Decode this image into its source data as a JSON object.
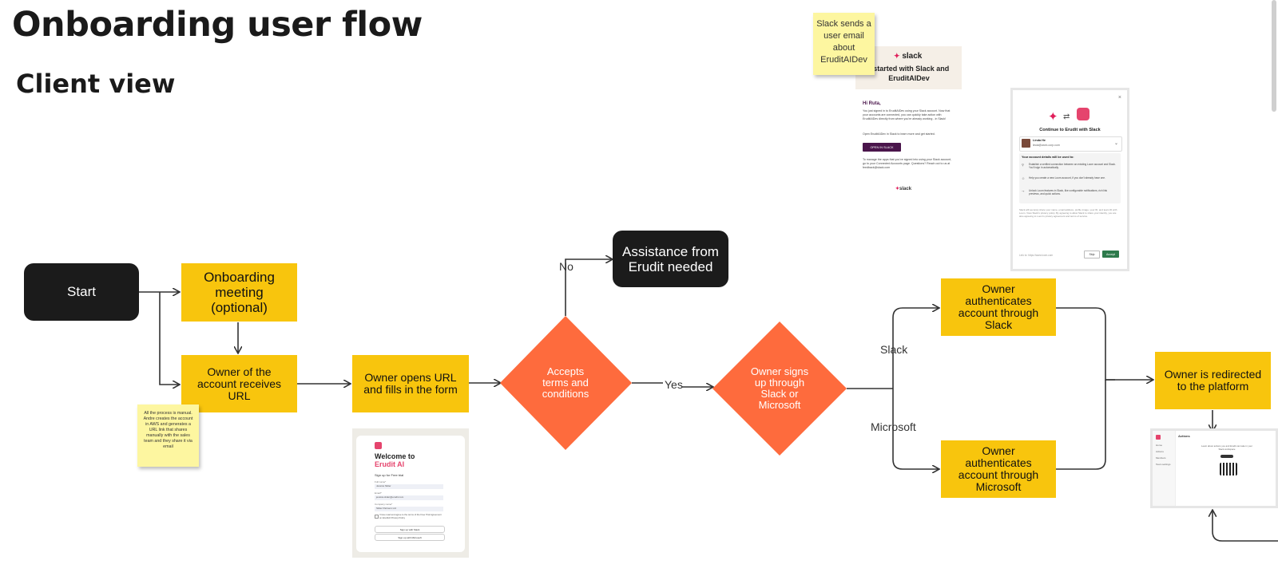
{
  "header": {
    "title": "Onboarding user flow",
    "subtitle": "Client view"
  },
  "nodes": {
    "start": "Start",
    "onboarding_meeting": "Onboarding meeting (optional)",
    "owner_receives_url": "Owner of the account receives URL",
    "owner_opens_url": "Owner opens URL and fills in the form",
    "accepts_terms": "Accepts terms and conditions",
    "assistance_needed": "Assistance from Erudit needed",
    "owner_signs_up": "Owner signs up through Slack or Microsoft",
    "auth_slack": "Owner authenticates account through Slack",
    "auth_microsoft": "Owner authenticates account through Microsoft",
    "redirected": "Owner is redirected to the platform"
  },
  "edge_labels": {
    "no": "No",
    "yes": "Yes",
    "slack": "Slack",
    "microsoft": "Microsoft"
  },
  "stickies": {
    "manual_note": "All the process is manual. Andre creates the account in AWS and generates a URL link that shares manually with the sales team and they share it via email",
    "slack_email_note": "Slack sends a user email about EruditAIDev"
  },
  "slack_email": {
    "logo": "slack",
    "heading": "t started with Slack and EruditAIDev",
    "greeting": "Hi Ruta,",
    "body1": "You just signed in to EruditAIDev using your Slack account. Now that your accounts are connected, you can quickly take action with EruditAIDev directly from where you're already working - in Slack!",
    "body2": "Open EruditAIDev in Slack to learn more and get started.",
    "button": "OPEN IN SLACK",
    "body3": "To manage the apps that you've signed into using your Slack account, go to your Connected Accounts page. Questions? Reach out to us at feedback@slack.com",
    "footer_logo": "slack"
  },
  "slack_consent": {
    "close": "×",
    "title": "Continue to Erudit with Slack",
    "user_name": "Linda He",
    "user_email": "linda@work-corp.com",
    "details_heading": "Your account details will be used to:",
    "details": [
      "Establish a verified connection between an existing Loom account and Slack. You'll sign in automatically.",
      "Help you create a new Loom account, if you don't already have one.",
      "Unlock Loom features in Slack, like configurable notifications, rich link previews, and quick actions."
    ],
    "fine_print": "Slack will securely share your name, email address, profile image, your ID, and team ID with Loom. View Slack's privacy policy. By agreeing to allow Slack to share your identity, you are also agreeing to Loom's privacy agreement and terms of service.",
    "link_text": "Link to: https://www.loom.com",
    "skip": "Skip",
    "accept": "Accept"
  },
  "signup_form": {
    "welcome": "Welcome to",
    "brand": "Erudit AI",
    "subheading": "Sign up for Free trial",
    "fields": [
      {
        "label": "Full name*",
        "value": "Jessica Slider"
      },
      {
        "label": "Email*",
        "value": "jessica.slider@erudit.com"
      },
      {
        "label": "Company name*",
        "value": "Slider Partners Ltd"
      }
    ],
    "terms": "I have read and agree to the terms of the Free Trial Agreement on EruditAI Privacy Policy",
    "slack_button": "Sign up with Slack",
    "microsoft_button": "Sign up with Microsoft"
  },
  "platform": {
    "header": "Actions",
    "empty_text": "Learn about actions you and Erudit can take in your Slack workspace",
    "sidebar": [
      "Home",
      "Actions",
      "Members",
      "Team settings"
    ]
  },
  "colors": {
    "black_node": "#1b1b1b",
    "yellow_node": "#f8c50d",
    "orange_diamond": "#fe6b3d",
    "sticky": "#fdf6a0",
    "slack_purple": "#4a154b",
    "accept_green": "#2d7a4b",
    "erudit_pink": "#e5446d"
  }
}
